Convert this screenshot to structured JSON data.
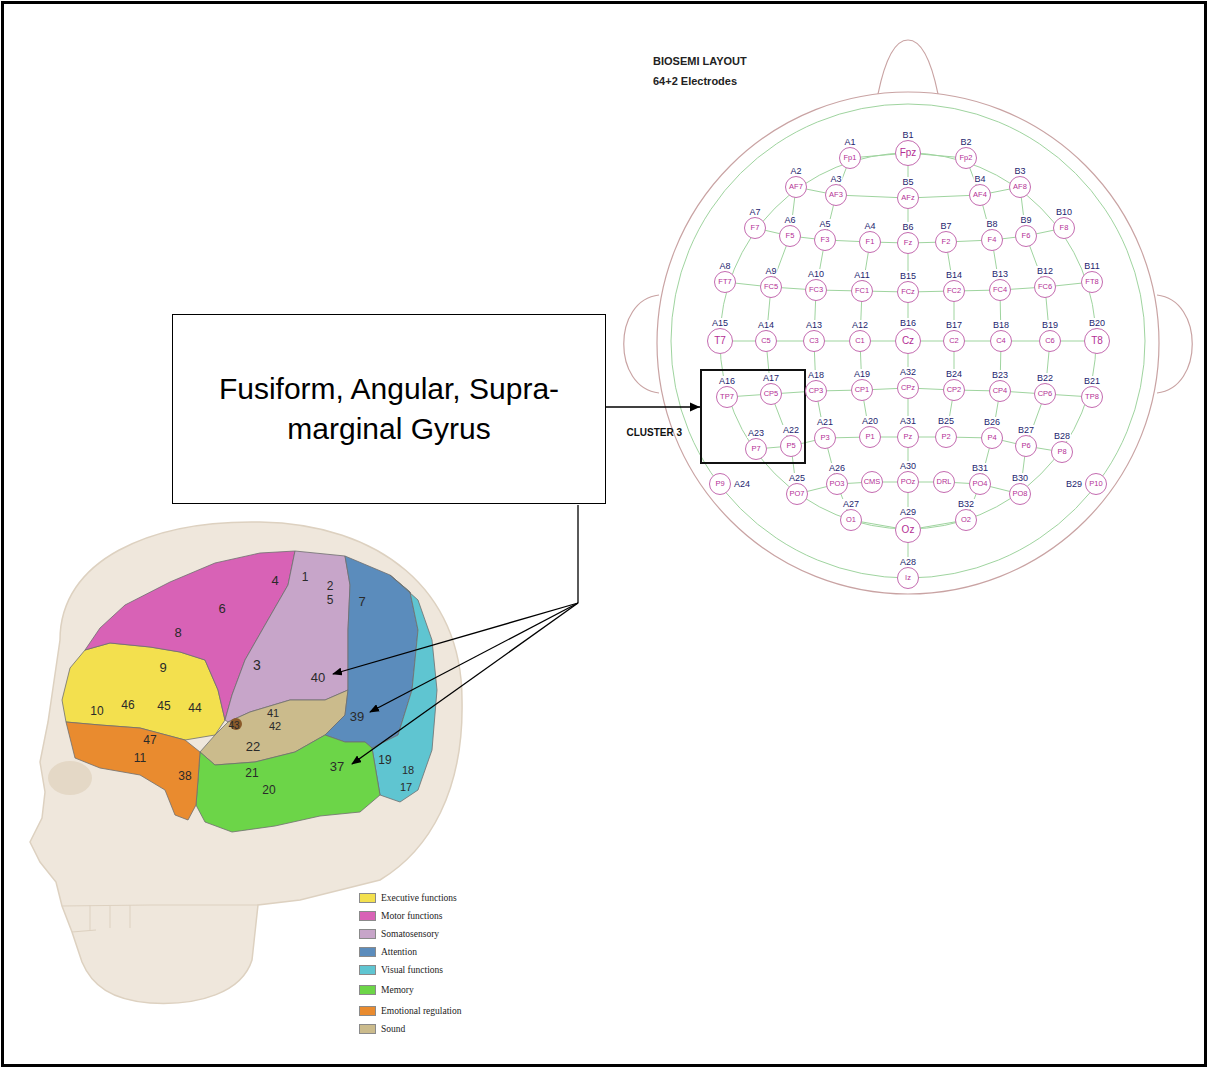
{
  "diagram": {
    "nodes": [
      {
        "text": [
          "Fusiform, Angular, Supra- marginal Gyrus"
        ]
      },
      {
        "text": [
          "CLUSTER 3"
        ]
      },
      {
        "text": [
          "A16",
          "TP7"
        ],
        "in": 1
      },
      {
        "text": [
          "A17",
          "CP5"
        ],
        "in": 1
      },
      {
        "text": [
          "A23",
          "P7"
        ],
        "in": 1
      },
      {
        "text": [
          "A22",
          "P5"
        ],
        "in": 1
      },
      {
        "text": [
          "A1",
          "Fp1"
        ]
      },
      {
        "text": [
          "B1",
          "Fpz"
        ]
      },
      {
        "text": [
          "B2",
          "Fp2"
        ]
      },
      {
        "text": [
          "A2",
          "AF7"
        ]
      },
      {
        "text": [
          "A3",
          "AF3"
        ]
      },
      {
        "text": [
          "B5",
          "AFz"
        ]
      },
      {
        "text": [
          "B4",
          "AF4"
        ]
      },
      {
        "text": [
          "B3",
          "AF8"
        ]
      },
      {
        "text": [
          "A7",
          "F7"
        ]
      },
      {
        "text": [
          "A6",
          "F5"
        ]
      },
      {
        "text": [
          "A5",
          "F3"
        ]
      },
      {
        "text": [
          "A4",
          "F1"
        ]
      },
      {
        "text": [
          "B6",
          "Fz"
        ]
      },
      {
        "text": [
          "B7",
          "F2"
        ]
      },
      {
        "text": [
          "B8",
          "F4"
        ]
      },
      {
        "text": [
          "B9",
          "F6"
        ]
      },
      {
        "text": [
          "B10",
          "F8"
        ]
      },
      {
        "text": [
          "A8",
          "FT7"
        ]
      },
      {
        "text": [
          "A9",
          "FC5"
        ]
      },
      {
        "text": [
          "A10",
          "FC3"
        ]
      },
      {
        "text": [
          "A11",
          "FC1"
        ]
      },
      {
        "text": [
          "B15",
          "FCz"
        ]
      },
      {
        "text": [
          "B14",
          "FC2"
        ]
      },
      {
        "text": [
          "B13",
          "FC4"
        ]
      },
      {
        "text": [
          "B12",
          "FC6"
        ]
      },
      {
        "text": [
          "B11",
          "FT8"
        ]
      },
      {
        "text": [
          "A15",
          "T7"
        ]
      },
      {
        "text": [
          "A14",
          "C5"
        ]
      },
      {
        "text": [
          "A13",
          "C3"
        ]
      },
      {
        "text": [
          "A12",
          "C1"
        ]
      },
      {
        "text": [
          "B16",
          "Cz"
        ]
      },
      {
        "text": [
          "B17",
          "C2"
        ]
      },
      {
        "text": [
          "B18",
          "C4"
        ]
      },
      {
        "text": [
          "B19",
          "C6"
        ]
      },
      {
        "text": [
          "B20",
          "T8"
        ]
      },
      {
        "text": [
          "A18",
          "CP3"
        ]
      },
      {
        "text": [
          "A19",
          "CP1"
        ]
      },
      {
        "text": [
          "A32",
          "CPz"
        ]
      },
      {
        "text": [
          "B24",
          "CP2"
        ]
      },
      {
        "text": [
          "B23",
          "CP4"
        ]
      },
      {
        "text": [
          "B22",
          "CP6"
        ]
      },
      {
        "text": [
          "B21",
          "TP8"
        ]
      },
      {
        "text": [
          "A21",
          "P3"
        ]
      },
      {
        "text": [
          "A20",
          "P1"
        ]
      },
      {
        "text": [
          "A31",
          "Pz"
        ]
      },
      {
        "text": [
          "B25",
          "P2"
        ]
      },
      {
        "text": [
          "B26",
          "P4"
        ]
      },
      {
        "text": [
          "B27",
          "P6"
        ]
      },
      {
        "text": [
          "B28",
          "P8"
        ]
      },
      {
        "text": [
          "A24",
          "P9"
        ]
      },
      {
        "text": [
          "B29",
          "P10"
        ]
      },
      {
        "text": [
          "A25",
          "PO7"
        ]
      },
      {
        "text": [
          "A26",
          "PO3"
        ]
      },
      {
        "text": [
          "CMS"
        ]
      },
      {
        "text": [
          "A30",
          "POz"
        ]
      },
      {
        "text": [
          "DRL"
        ]
      },
      {
        "text": [
          "B31",
          "PO4"
        ]
      },
      {
        "text": [
          "B30",
          "PO8"
        ]
      },
      {
        "text": [
          "A27",
          "O1"
        ]
      },
      {
        "text": [
          "A29",
          "Oz"
        ]
      },
      {
        "text": [
          "B32",
          "O2"
        ]
      },
      {
        "text": [
          "A28",
          "Iz"
        ]
      }
    ],
    "edges": [
      {
        "from": 0,
        "to": 1,
        "arrow": "to"
      }
    ],
    "labels": [
      "BIOSEMI LAYOUT",
      "64+2 Electrodes",
      "8",
      "6",
      "4",
      "1",
      "2",
      "3",
      "5",
      "7",
      "9",
      "46",
      "45",
      "44",
      "10",
      "47",
      "11",
      "40",
      "39",
      "43",
      "41",
      "42",
      "22",
      "38",
      "21",
      "20",
      "37",
      "19",
      "18",
      "17"
    ],
    "legend": [
      {
        "text": "Executive functions",
        "color": "#f3e04e"
      },
      {
        "text": "Motor functions",
        "color": "#d862b6"
      },
      {
        "text": "Somatosensory",
        "color": "#c7a5c9"
      },
      {
        "text": "Attention",
        "color": "#5b8cbc"
      },
      {
        "text": "Visual functions",
        "color": "#5fc5d1"
      },
      {
        "text": "Memory",
        "color": "#6cd548"
      },
      {
        "text": "Emotional regulation",
        "color": "#e98b2f"
      },
      {
        "text": "Sound",
        "color": "#cbbb8c"
      }
    ]
  }
}
